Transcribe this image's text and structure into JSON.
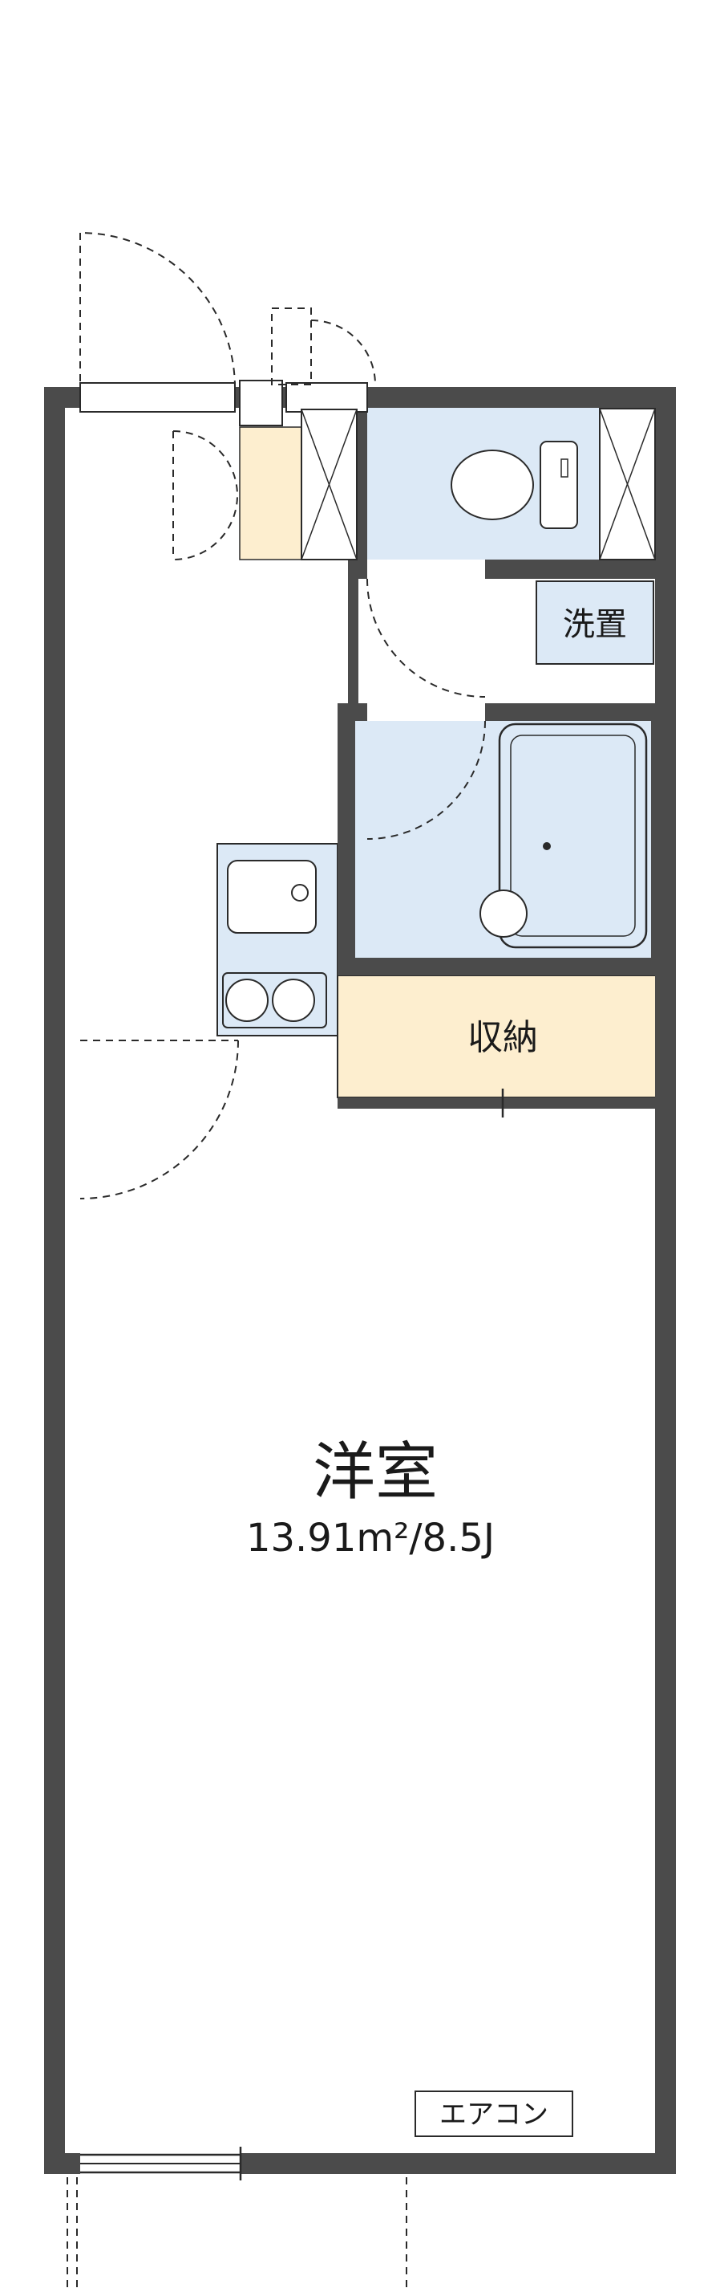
{
  "floorplan": {
    "rooms": {
      "laundry_label": "洗置",
      "storage_label": "収納",
      "main_room_label": "洋室",
      "main_room_size": "13.91m²/8.5J",
      "aircon_label": "エアコン"
    },
    "colors": {
      "wall": "#4b4b4b",
      "water_fixture": "#dce9f6",
      "storage_cream": "#fdeecf",
      "line": "#2a2a2a",
      "background": "#ffffff"
    }
  }
}
